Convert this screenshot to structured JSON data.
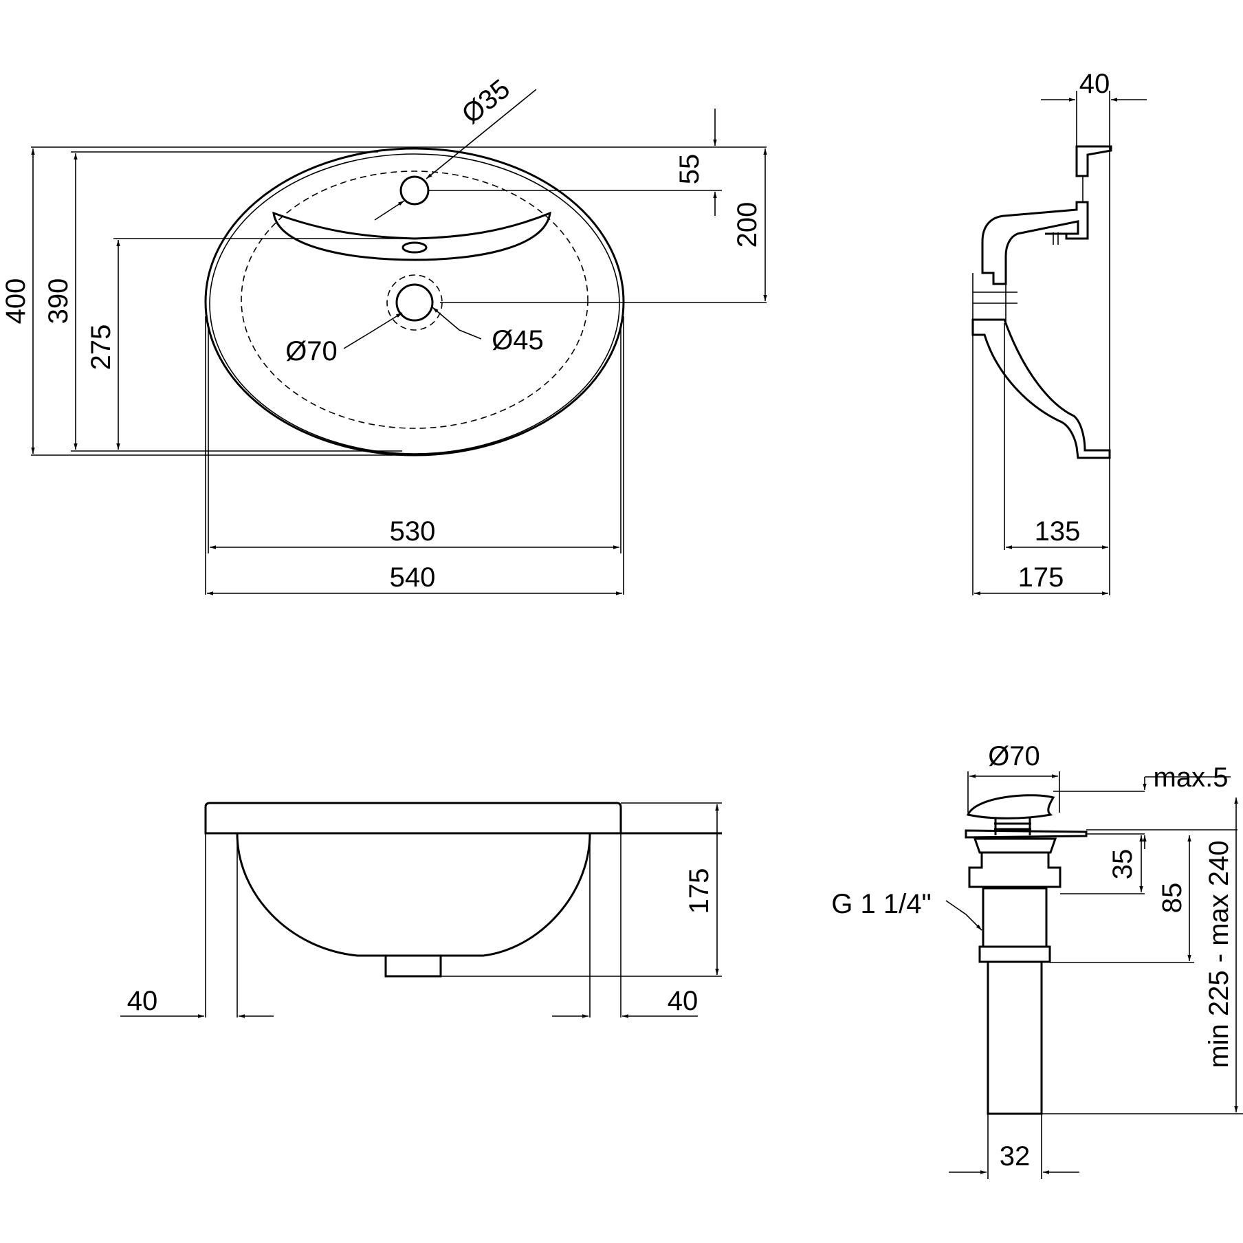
{
  "top_view": {
    "dia_tap_hole": "Ø35",
    "dim_55": "55",
    "dim_200": "200",
    "dim_400": "400",
    "dim_390": "390",
    "dim_275": "275",
    "dia_drain_outer": "Ø70",
    "dia_drain_inner": "Ø45",
    "dim_530": "530",
    "dim_540": "540"
  },
  "side_view": {
    "dim_40": "40",
    "dim_135": "135",
    "dim_175": "175"
  },
  "front_view": {
    "dim_175": "175",
    "dim_40_left": "40",
    "dim_40_right": "40"
  },
  "drain": {
    "dia_70": "Ø70",
    "max_5": "max.5",
    "dim_35": "35",
    "dim_85": "85",
    "range": "min 225 - max 240",
    "thread": "G 1 1/4\"",
    "dim_32": "32"
  }
}
